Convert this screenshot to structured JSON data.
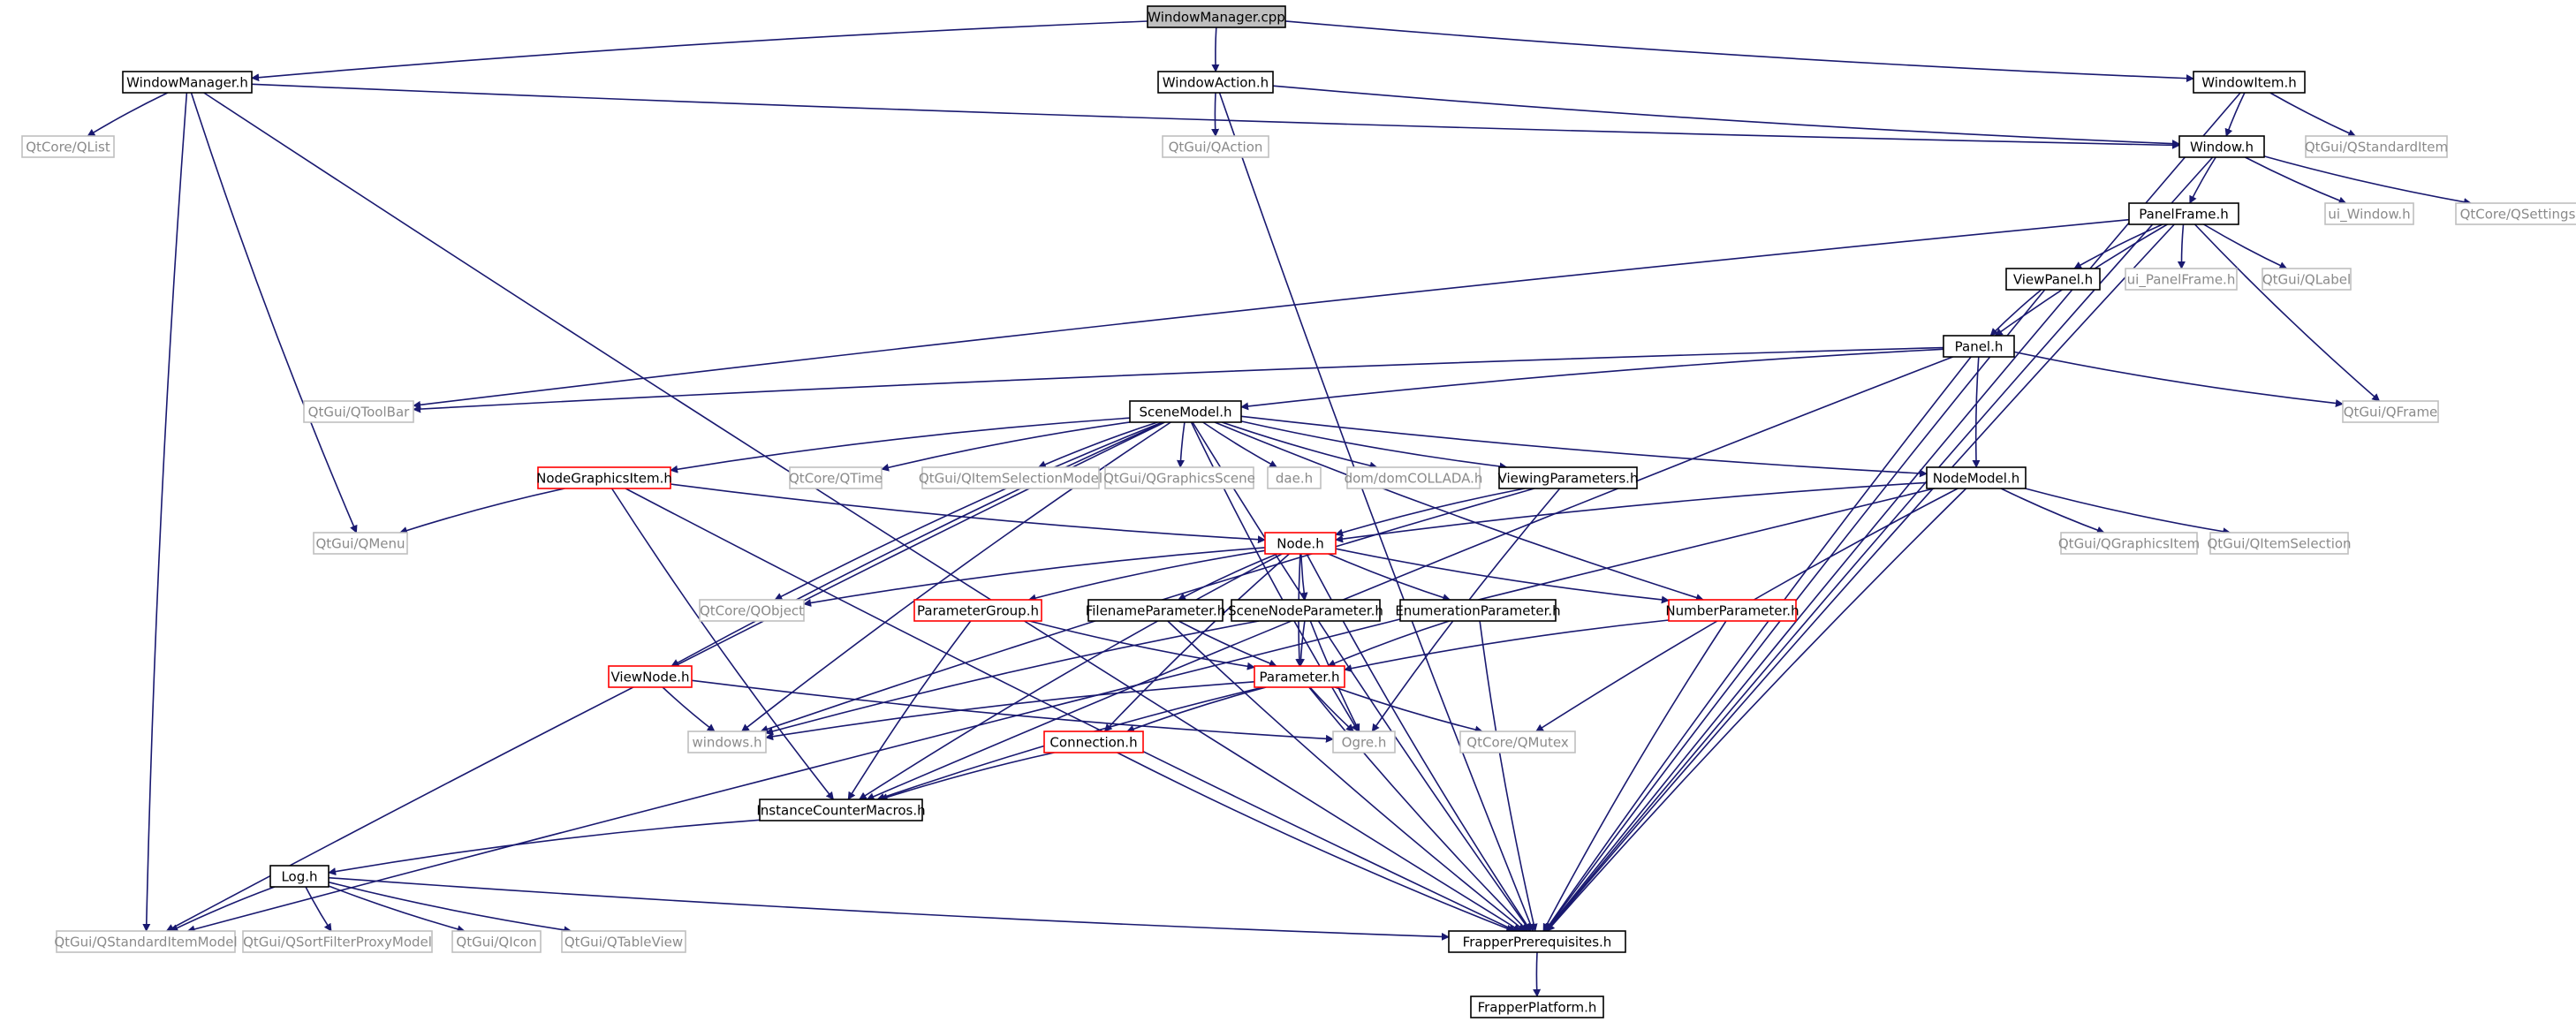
{
  "colors": {
    "edge": "#191970",
    "documented": "#000000",
    "external": "#bfbfbf",
    "incomplete": "#ff0000",
    "root_fill": "#bfbfbf"
  },
  "nodes": [
    {
      "id": "wmcpp",
      "label": "WindowManager.cpp",
      "kind": "root"
    },
    {
      "id": "wmh",
      "label": "WindowManager.h",
      "kind": "doc"
    },
    {
      "id": "wah",
      "label": "WindowAction.h",
      "kind": "doc"
    },
    {
      "id": "wih",
      "label": "WindowItem.h",
      "kind": "doc"
    },
    {
      "id": "qlist",
      "label": "QtCore/QList",
      "kind": "ext"
    },
    {
      "id": "qaction",
      "label": "QtGui/QAction",
      "kind": "ext"
    },
    {
      "id": "winh",
      "label": "Window.h",
      "kind": "doc"
    },
    {
      "id": "qstditem",
      "label": "QtGui/QStandardItem",
      "kind": "ext"
    },
    {
      "id": "pfh",
      "label": "PanelFrame.h",
      "kind": "doc"
    },
    {
      "id": "uiwin",
      "label": "ui_Window.h",
      "kind": "ext"
    },
    {
      "id": "qsettings",
      "label": "QtCore/QSettings",
      "kind": "ext"
    },
    {
      "id": "vph",
      "label": "ViewPanel.h",
      "kind": "doc"
    },
    {
      "id": "uipf",
      "label": "ui_PanelFrame.h",
      "kind": "ext"
    },
    {
      "id": "qlabel",
      "label": "QtGui/QLabel",
      "kind": "ext"
    },
    {
      "id": "panelh",
      "label": "Panel.h",
      "kind": "doc"
    },
    {
      "id": "qtoolbar",
      "label": "QtGui/QToolBar",
      "kind": "ext"
    },
    {
      "id": "qframe",
      "label": "QtGui/QFrame",
      "kind": "ext"
    },
    {
      "id": "smh",
      "label": "SceneModel.h",
      "kind": "doc"
    },
    {
      "id": "ngi",
      "label": "NodeGraphicsItem.h",
      "kind": "red"
    },
    {
      "id": "qtime",
      "label": "QtCore/QTime",
      "kind": "ext"
    },
    {
      "id": "qism",
      "label": "QtGui/QItemSelectionModel",
      "kind": "ext"
    },
    {
      "id": "qgs",
      "label": "QtGui/QGraphicsScene",
      "kind": "ext"
    },
    {
      "id": "daeh",
      "label": "dae.h",
      "kind": "ext"
    },
    {
      "id": "domc",
      "label": "dom/domCOLLADA.h",
      "kind": "ext"
    },
    {
      "id": "vparh",
      "label": "ViewingParameters.h",
      "kind": "doc"
    },
    {
      "id": "nmh",
      "label": "NodeModel.h",
      "kind": "doc"
    },
    {
      "id": "qmenu",
      "label": "QtGui/QMenu",
      "kind": "ext"
    },
    {
      "id": "nodeh",
      "label": "Node.h",
      "kind": "red"
    },
    {
      "id": "qgi",
      "label": "QtGui/QGraphicsItem",
      "kind": "ext"
    },
    {
      "id": "qis",
      "label": "QtGui/QItemSelection",
      "kind": "ext"
    },
    {
      "id": "qobject",
      "label": "QtCore/QObject",
      "kind": "ext"
    },
    {
      "id": "pgh",
      "label": "ParameterGroup.h",
      "kind": "red"
    },
    {
      "id": "fph",
      "label": "FilenameParameter.h",
      "kind": "doc"
    },
    {
      "id": "snph",
      "label": "SceneNodeParameter.h",
      "kind": "doc"
    },
    {
      "id": "eph",
      "label": "EnumerationParameter.h",
      "kind": "doc"
    },
    {
      "id": "nph",
      "label": "NumberParameter.h",
      "kind": "red"
    },
    {
      "id": "vnh",
      "label": "ViewNode.h",
      "kind": "red"
    },
    {
      "id": "paramh",
      "label": "Parameter.h",
      "kind": "red"
    },
    {
      "id": "winsh",
      "label": "windows.h",
      "kind": "ext"
    },
    {
      "id": "ogreh",
      "label": "Ogre.h",
      "kind": "ext"
    },
    {
      "id": "qmutex",
      "label": "QtCore/QMutex",
      "kind": "ext"
    },
    {
      "id": "connh",
      "label": "Connection.h",
      "kind": "red"
    },
    {
      "id": "icm",
      "label": "InstanceCounterMacros.h",
      "kind": "doc"
    },
    {
      "id": "logh",
      "label": "Log.h",
      "kind": "doc"
    },
    {
      "id": "qsim",
      "label": "QtGui/QStandardItemModel",
      "kind": "ext"
    },
    {
      "id": "qsfpm",
      "label": "QtGui/QSortFilterProxyModel",
      "kind": "ext"
    },
    {
      "id": "qicon",
      "label": "QtGui/QIcon",
      "kind": "ext"
    },
    {
      "id": "qtv",
      "label": "QtGui/QTableView",
      "kind": "ext"
    },
    {
      "id": "fpre",
      "label": "FrapperPrerequisites.h",
      "kind": "doc"
    },
    {
      "id": "fplat",
      "label": "FrapperPlatform.h",
      "kind": "doc"
    }
  ],
  "edges": [
    [
      "wmcpp",
      "wmh"
    ],
    [
      "wmcpp",
      "wah"
    ],
    [
      "wmcpp",
      "wih"
    ],
    [
      "wmh",
      "qlist"
    ],
    [
      "wmh",
      "winh"
    ],
    [
      "wmh",
      "qmenu"
    ],
    [
      "wmh",
      "qsim"
    ],
    [
      "wmh",
      "fpre"
    ],
    [
      "wah",
      "qaction"
    ],
    [
      "wah",
      "winh"
    ],
    [
      "wah",
      "fpre"
    ],
    [
      "wih",
      "winh"
    ],
    [
      "wih",
      "qstditem"
    ],
    [
      "wih",
      "fpre"
    ],
    [
      "winh",
      "pfh"
    ],
    [
      "winh",
      "uiwin"
    ],
    [
      "winh",
      "qsettings"
    ],
    [
      "winh",
      "fpre"
    ],
    [
      "pfh",
      "vph"
    ],
    [
      "pfh",
      "uipf"
    ],
    [
      "pfh",
      "qlabel"
    ],
    [
      "pfh",
      "panelh"
    ],
    [
      "pfh",
      "qtoolbar"
    ],
    [
      "pfh",
      "qframe"
    ],
    [
      "pfh",
      "fpre"
    ],
    [
      "vph",
      "panelh"
    ],
    [
      "vph",
      "fpre"
    ],
    [
      "panelh",
      "qtoolbar"
    ],
    [
      "panelh",
      "qframe"
    ],
    [
      "panelh",
      "smh"
    ],
    [
      "panelh",
      "nmh"
    ],
    [
      "panelh",
      "icm"
    ],
    [
      "panelh",
      "fpre"
    ],
    [
      "smh",
      "ngi"
    ],
    [
      "smh",
      "qtime"
    ],
    [
      "smh",
      "qism"
    ],
    [
      "smh",
      "qgs"
    ],
    [
      "smh",
      "daeh"
    ],
    [
      "smh",
      "domc"
    ],
    [
      "smh",
      "vparh"
    ],
    [
      "smh",
      "nmh"
    ],
    [
      "smh",
      "qobject"
    ],
    [
      "smh",
      "vnh"
    ],
    [
      "smh",
      "winsh"
    ],
    [
      "smh",
      "nph"
    ],
    [
      "smh",
      "ogreh"
    ],
    [
      "smh",
      "qsim"
    ],
    [
      "smh",
      "fpre"
    ],
    [
      "ngi",
      "qmenu"
    ],
    [
      "ngi",
      "nodeh"
    ],
    [
      "ngi",
      "icm"
    ],
    [
      "ngi",
      "fpre"
    ],
    [
      "vparh",
      "nodeh"
    ],
    [
      "vparh",
      "ogreh"
    ],
    [
      "vparh",
      "winsh"
    ],
    [
      "nmh",
      "nodeh"
    ],
    [
      "nmh",
      "qgi"
    ],
    [
      "nmh",
      "qis"
    ],
    [
      "nmh",
      "qmutex"
    ],
    [
      "nmh",
      "qsim"
    ],
    [
      "nmh",
      "fpre"
    ],
    [
      "nodeh",
      "qobject"
    ],
    [
      "nodeh",
      "pgh"
    ],
    [
      "nodeh",
      "fph"
    ],
    [
      "nodeh",
      "snph"
    ],
    [
      "nodeh",
      "eph"
    ],
    [
      "nodeh",
      "nph"
    ],
    [
      "nodeh",
      "paramh"
    ],
    [
      "nodeh",
      "connh"
    ],
    [
      "nodeh",
      "icm"
    ],
    [
      "nodeh",
      "fpre"
    ],
    [
      "pgh",
      "paramh"
    ],
    [
      "pgh",
      "icm"
    ],
    [
      "fph",
      "paramh"
    ],
    [
      "fph",
      "fpre"
    ],
    [
      "snph",
      "paramh"
    ],
    [
      "snph",
      "ogreh"
    ],
    [
      "snph",
      "winsh"
    ],
    [
      "eph",
      "paramh"
    ],
    [
      "eph",
      "fpre"
    ],
    [
      "nph",
      "paramh"
    ],
    [
      "nph",
      "fpre"
    ],
    [
      "vnh",
      "winsh"
    ],
    [
      "vnh",
      "ogreh"
    ],
    [
      "paramh",
      "winsh"
    ],
    [
      "paramh",
      "ogreh"
    ],
    [
      "paramh",
      "qmutex"
    ],
    [
      "paramh",
      "connh"
    ],
    [
      "paramh",
      "icm"
    ],
    [
      "paramh",
      "fpre"
    ],
    [
      "connh",
      "icm"
    ],
    [
      "connh",
      "fpre"
    ],
    [
      "icm",
      "logh"
    ],
    [
      "logh",
      "qsim"
    ],
    [
      "logh",
      "qsfpm"
    ],
    [
      "logh",
      "qicon"
    ],
    [
      "logh",
      "qtv"
    ],
    [
      "logh",
      "fpre"
    ],
    [
      "fpre",
      "fplat"
    ]
  ]
}
